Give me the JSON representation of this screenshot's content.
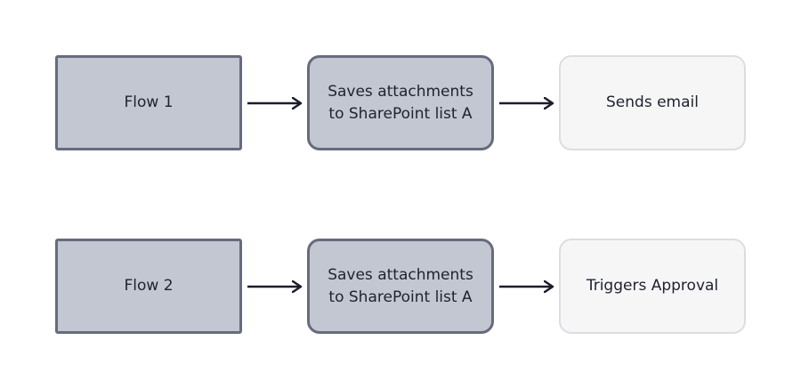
{
  "colors": {
    "flow_fill": "#c3c7d1",
    "flow_border": "#676b7d",
    "action_fill": "#f6f6f7",
    "action_border": "#dcdde2",
    "arrow": "#1c1d2b"
  },
  "flows": [
    {
      "name": "Flow 1",
      "step": "Saves attachments to SharePoint list A",
      "action": "Sends email"
    },
    {
      "name": "Flow 2",
      "step": "Saves attachments to SharePoint list A",
      "action": "Triggers Approval"
    }
  ]
}
